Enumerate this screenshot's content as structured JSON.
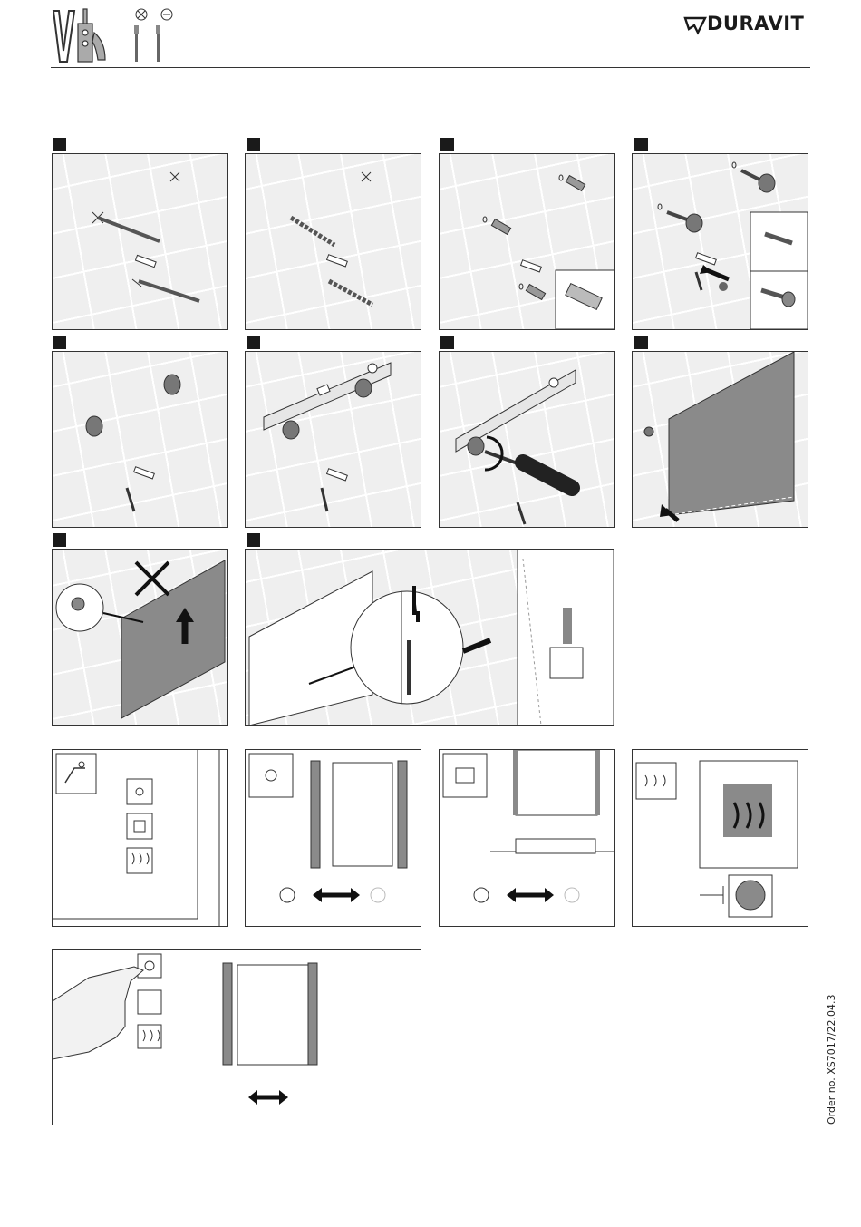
{
  "brand": {
    "name": "DURAVIT"
  },
  "footer": {
    "order_no": "Order no. XS7017/22.04.3"
  },
  "colors": {
    "line": "#1a1a1a",
    "tile": "#efefef",
    "mirror_grey": "#8a8a8a",
    "bar_grey": "#9a9a9a"
  },
  "header_icons": [
    "level-icon",
    "drill-icon",
    "phillips-screwdriver-icon",
    "flat-screwdriver-icon"
  ],
  "steps": [
    {
      "icon": "marking-and-drill-bit"
    },
    {
      "icon": "drilling"
    },
    {
      "icon": "wall-plugs"
    },
    {
      "icon": "screws-and-washers"
    },
    {
      "icon": "mounted-washers"
    },
    {
      "icon": "spirit-level"
    },
    {
      "icon": "tighten-screwdriver"
    },
    {
      "icon": "hang-mirror"
    },
    {
      "icon": "lift-mirror"
    },
    {
      "icon": "secure-bottom-screw"
    },
    {
      "icon": "touch-control"
    },
    {
      "icon": "light-dimming"
    },
    {
      "icon": "display-light"
    },
    {
      "icon": "mirror-heating"
    },
    {
      "icon": "hand-press-button"
    }
  ]
}
